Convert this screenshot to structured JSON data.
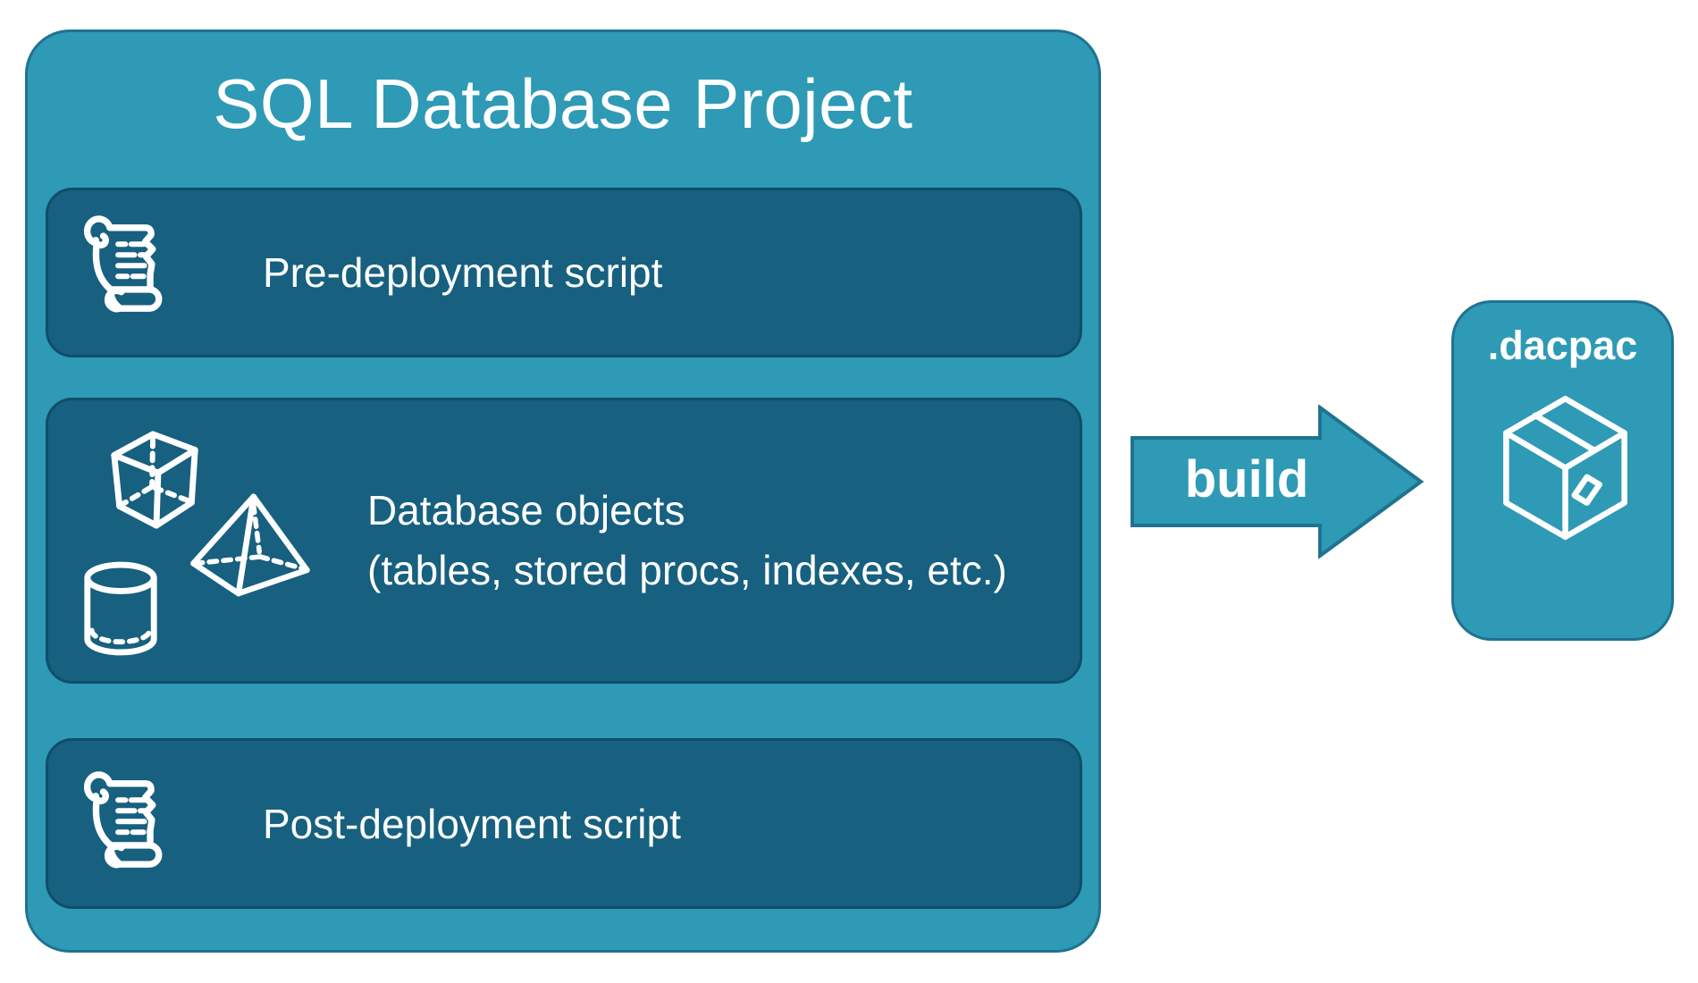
{
  "colors": {
    "teal": "#2E9AB5",
    "teal_border": "#1F7390",
    "dark_teal": "#17607F",
    "dark_teal_border": "#0F4E6B",
    "text": "#FFFFFF",
    "background": "#FFFFFF"
  },
  "project_box": {
    "title": "SQL Database Project",
    "rows": [
      {
        "id": "pre-deployment",
        "icon": "scroll-icon",
        "label": "Pre-deployment script"
      },
      {
        "id": "database-objects",
        "icons": [
          "cube-icon",
          "pyramid-icon",
          "cylinder-icon"
        ],
        "line1": "Database objects",
        "line2": "(tables, stored procs, indexes, etc.)"
      },
      {
        "id": "post-deployment",
        "icon": "scroll-icon",
        "label": "Post-deployment script"
      }
    ]
  },
  "build_arrow": {
    "label": "build"
  },
  "dacpac_box": {
    "label": ".dacpac",
    "icon": "package-icon"
  }
}
